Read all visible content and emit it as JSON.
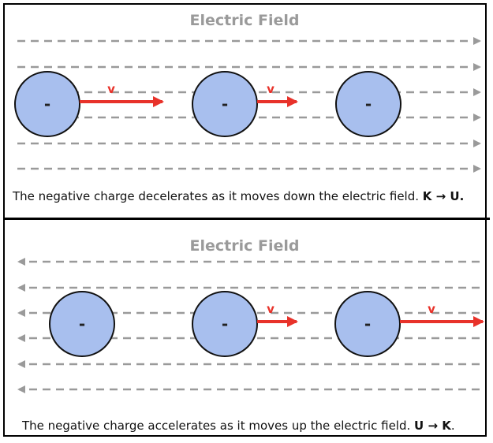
{
  "colors": {
    "field_line": "#9a9a9a",
    "charge_fill": "#a8bfee",
    "charge_stroke": "#111111",
    "velocity": "#e8322a"
  },
  "panels": [
    {
      "title": "Electric Field",
      "field_direction": "right",
      "charges": [
        {
          "sign": "-",
          "velocity_label": "v",
          "velocity_magnitude": 1.0
        },
        {
          "sign": "-",
          "velocity_label": "v",
          "velocity_magnitude": 0.5
        },
        {
          "sign": "-",
          "velocity_label": "",
          "velocity_magnitude": 0
        }
      ],
      "caption": "The negative charge decelerates as it moves down the electric field.",
      "caption_bold": "K → U."
    },
    {
      "title": "Electric Field",
      "field_direction": "left",
      "charges": [
        {
          "sign": "-",
          "velocity_label": "",
          "velocity_magnitude": 0
        },
        {
          "sign": "-",
          "velocity_label": "v",
          "velocity_magnitude": 0.5
        },
        {
          "sign": "-",
          "velocity_label": "v",
          "velocity_magnitude": 1.0
        }
      ],
      "caption": "The negative charge accelerates as it moves up the electric field.",
      "caption_bold": "U → K",
      "caption_end": "."
    }
  ]
}
